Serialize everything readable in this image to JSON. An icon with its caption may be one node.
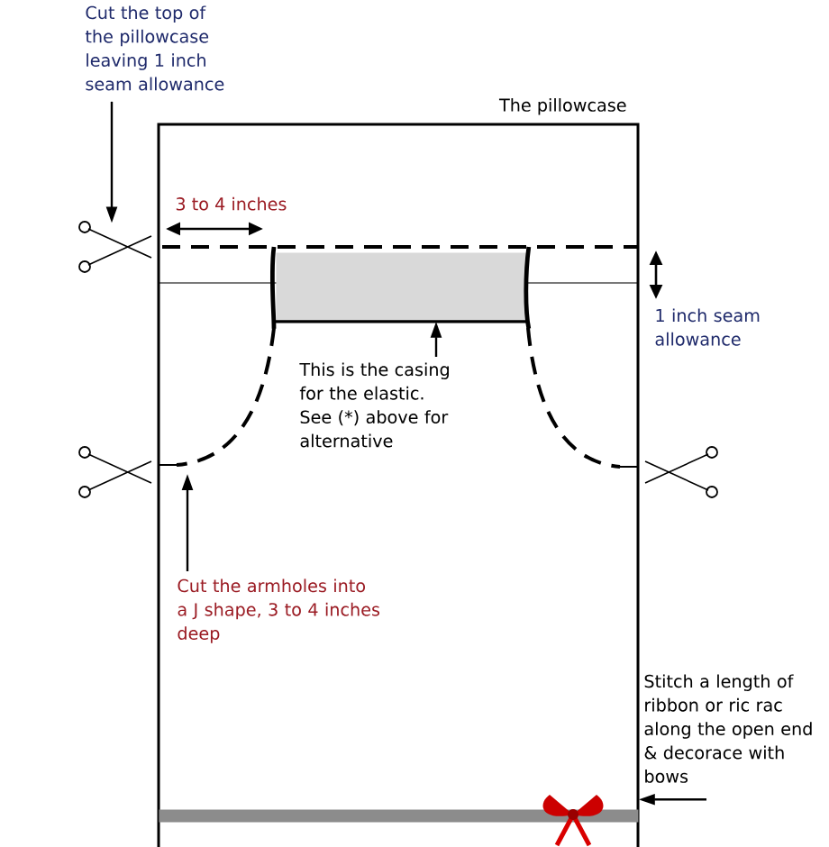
{
  "diagram": {
    "nodes": [
      {
        "text": [
          "The pillowcase"
        ]
      },
      {
        "text": [
          "Cut the top of the pillowcase leaving 1 inch seam allowance"
        ]
      },
      {
        "text": [],
        "shape": "box",
        "in": 0
      },
      {
        "text": [
          "This is the casing for the elastic. See (*) above for alternative"
        ],
        "in": 0
      },
      {
        "text": [
          "Cut the armholes into a J shape, 3 to 4 inches deep"
        ],
        "in": 0
      },
      {
        "text": [
          "Stitch a length of ribbon or ric rac along the open end & decorace with bows"
        ]
      },
      {
        "text": [],
        "shape": "bar",
        "in": 0
      },
      {
        "text": [],
        "shape": "scissors"
      },
      {
        "text": [],
        "shape": "scissors"
      },
      {
        "text": [],
        "shape": "scissors"
      }
    ],
    "edges": [
      {
        "from": 1,
        "to": 7,
        "arrow": "to"
      },
      {
        "from": 3,
        "to": 2,
        "arrow": "to"
      },
      {
        "from": 4,
        "to": null,
        "arrow": "to"
      },
      {
        "from": 5,
        "to": 6,
        "arrow": "to"
      }
    ],
    "labels": [
      "3 to 4 inches",
      "1 inch seam allowance"
    ]
  }
}
